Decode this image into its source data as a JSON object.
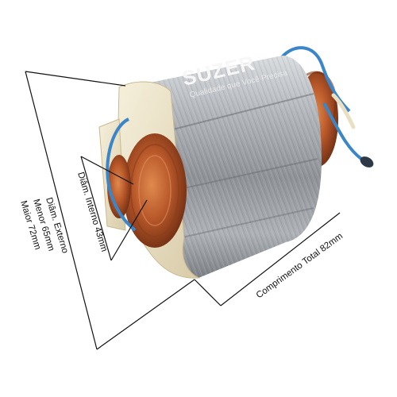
{
  "product": {
    "brand": "SUZER",
    "slogan": "Qualidade que Você Precisa"
  },
  "dimensions": {
    "outer_title": "Diâm. Externo",
    "outer_min": "Menor 65mm",
    "outer_max": "Maior 72mm",
    "inner": "Diâm. Interno 43mm",
    "length": "Comprimento Total 82mm"
  },
  "colors": {
    "copper": "#b8582a",
    "steel": "#a9adb2",
    "insulator": "#efe6cf",
    "wire": "#3a86c8",
    "line": "#111111"
  }
}
